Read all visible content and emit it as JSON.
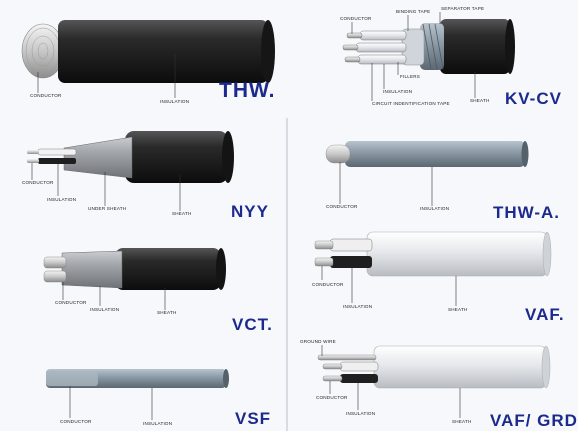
{
  "cables": {
    "thw": {
      "title": "THW.",
      "labels": {
        "conductor": "CONDUCTOR",
        "insulation": "INSULATION"
      }
    },
    "kvcv": {
      "title": "KV-CV",
      "labels": {
        "conductor": "CONDUCTOR",
        "binding_tape": "BINDING TAPE",
        "separator_tape": "SEPARATOR TAPE",
        "fillers": "FILLERS",
        "insulation": "INSULATION",
        "circuit_id_tape": "CIRCUIT INDENTIFICATION TAPE",
        "sheath": "SHEATH"
      }
    },
    "nyy": {
      "title": "NYY",
      "labels": {
        "conductor": "CONDUCTOR",
        "insulation": "INSULATION",
        "under_sheath": "UNDER SHEATH",
        "sheath": "SHEATH"
      }
    },
    "thwa": {
      "title": "THW-A.",
      "labels": {
        "conductor": "CONDUCTOR",
        "insulation": "INSULATION"
      }
    },
    "vct": {
      "title": "VCT.",
      "labels": {
        "conductor": "CONDUCTOR",
        "insulation": "INSULATION",
        "sheath": "SHEATH"
      }
    },
    "vaf": {
      "title": "VAF.",
      "labels": {
        "conductor": "CONDUCTOR",
        "insulation": "INSULATION",
        "sheath": "SHEATH"
      }
    },
    "vsf": {
      "title": "VSF",
      "labels": {
        "conductor": "CONDUCTOR",
        "insulation": "INSULATION"
      }
    },
    "vafgrd": {
      "title": "VAF/ GRD",
      "labels": {
        "ground_wire": "GROUND WIRE",
        "conductor": "CONDUCTOR",
        "insulation": "INSULATION",
        "sheath": "SHEATH"
      }
    }
  },
  "colors": {
    "background": "#f6f8fb",
    "title": "#1b2a8c",
    "black_jacket": "#1c1c1c",
    "gray_jacket": "#9a9ea3",
    "white_jacket": "#e3e6ea",
    "copper": "#d9d9d9"
  }
}
